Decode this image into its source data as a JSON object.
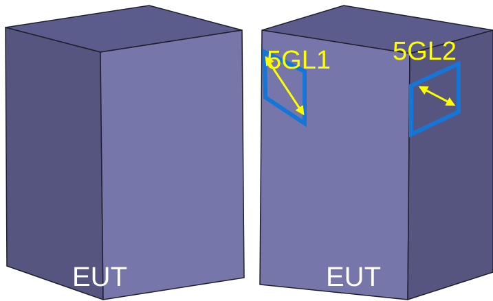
{
  "colors": {
    "top_face": "#5c5c8c",
    "left_face": "#55557f",
    "front_face": "#7676ab",
    "edge": "#1e1e2c",
    "patch_outline": "#1477d8",
    "arrow": "#ffff00",
    "eut_text": "#ffffff",
    "antenna_text": "#ffff00"
  },
  "left_box": {
    "label": "EUT"
  },
  "right_box": {
    "label": "EUT",
    "antennas": [
      {
        "name": "5GL1",
        "location": "front face"
      },
      {
        "name": "5GL2",
        "location": "side face"
      }
    ]
  }
}
